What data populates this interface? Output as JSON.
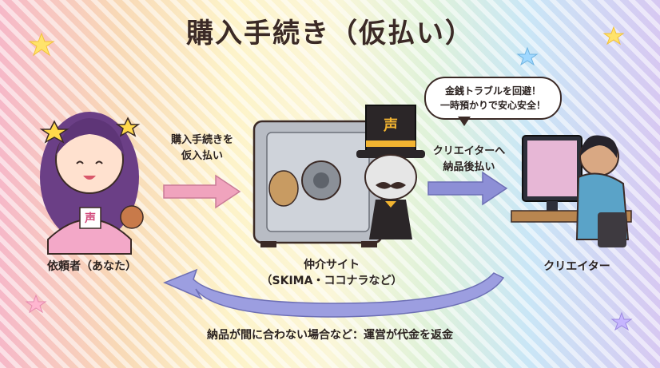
{
  "title": "購入手続き（仮払い）",
  "speech_bubble": {
    "line1": "金銭トラブルを回避！",
    "line2": "一時預かりで安心安全！"
  },
  "arrow_labels": {
    "left_line1": "購入手続きを",
    "left_line2": "仮入払い",
    "right_line1": "クリエイターへ",
    "right_line2": "納品後払い"
  },
  "actors": {
    "client": "依頼者（あなた）",
    "platform_line1": "仲介サイト",
    "platform_line2": "（SKIMA・ココナラなど）",
    "creator": "クリエイター"
  },
  "mascot_hat_glyph": "声",
  "client_glyph": "声",
  "refund_note": "納品が間に合わない場合など：運営が代金を返金",
  "colors": {
    "arrow_pink": "#f0a3bd",
    "arrow_blue": "#8d8fd6",
    "text": "#2b2220",
    "safe": "#b8bcc4"
  }
}
